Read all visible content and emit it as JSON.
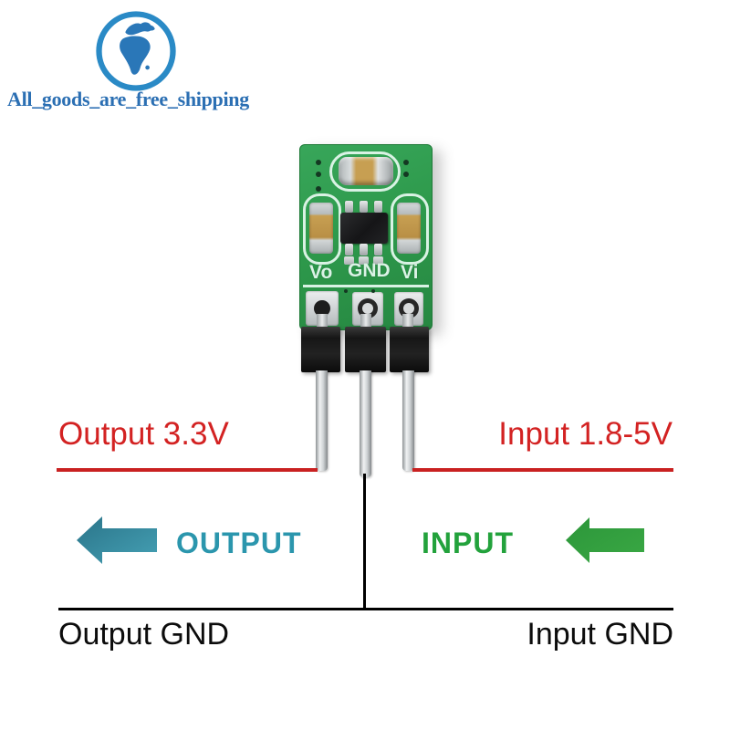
{
  "logo": {
    "text": "All_goods_are_free_shipping",
    "text_color": "#2b6fb3",
    "globe_color": "#2a83c2"
  },
  "module": {
    "board_color": "#2e9a4c",
    "silkscreen_color": "#d9f2e4",
    "labels": {
      "vo": "Vo",
      "gnd": "GND",
      "vi": "Vi"
    }
  },
  "annotations": {
    "output_voltage": {
      "label": "Output 3.3V",
      "color": "#d32222"
    },
    "input_voltage": {
      "label": "Input 1.8-5V",
      "color": "#d32222"
    },
    "output_direction": {
      "label": "OUTPUT",
      "text_color": "#2b96ad",
      "arrow_color": "#2d7f96",
      "arrow_direction": "left"
    },
    "input_direction": {
      "label": "INPUT",
      "text_color": "#23a23c",
      "arrow_color": "#2f9b3b",
      "arrow_direction": "left"
    },
    "output_gnd": {
      "label": "Output GND",
      "color": "#0c0c0c"
    },
    "input_gnd": {
      "label": "Input GND",
      "color": "#0c0c0c"
    },
    "line_colors": {
      "voltage_lines": "#c92121",
      "gnd_lines": "#000000"
    }
  }
}
